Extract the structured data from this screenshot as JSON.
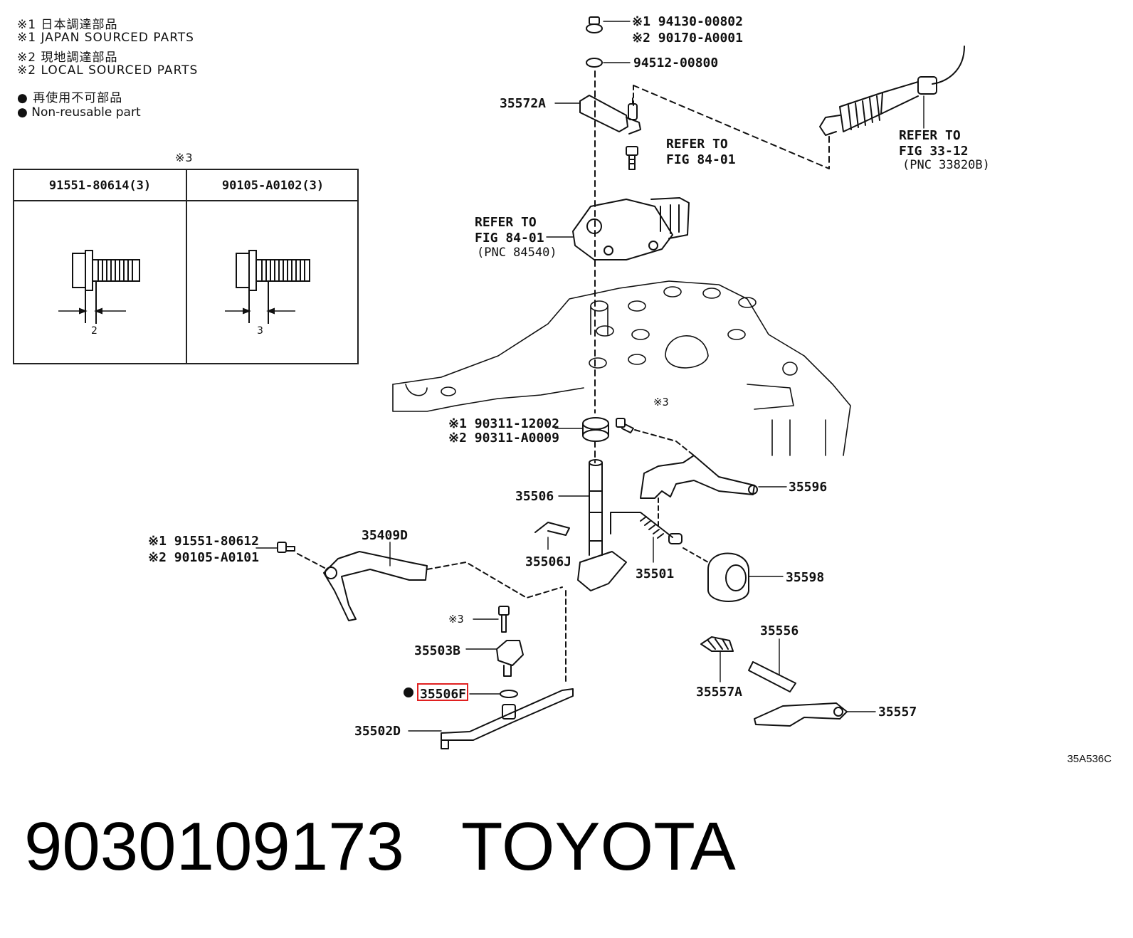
{
  "notes": {
    "line1": "※1 日本調達部品",
    "line2": "※1 JAPAN SOURCED PARTS",
    "line3": "※2 現地調達部品",
    "line4": "※2 LOCAL SOURCED PARTS",
    "line5": "● 再使用不可部品",
    "line6": "● Non-reusable part"
  },
  "bolt_table": {
    "marker": "※3",
    "col1_part": "91551-80614(3)",
    "col2_part": "90105-A0102(3)",
    "col1_dim": "2",
    "col2_dim": "3"
  },
  "callouts": {
    "top_bolt_1": "※1 94130-00802",
    "top_bolt_2": "※2 90170-A0001",
    "washer": "94512-00800",
    "p35572a": "35572A",
    "refer_84_01_a_l1": "REFER TO",
    "refer_84_01_a_l2": "FIG 84-01",
    "refer_33_12_l1": "REFER TO",
    "refer_33_12_l2": "FIG 33-12",
    "refer_33_12_l3": "(PNC 33820B)",
    "refer_84_01_b_l1": "REFER TO",
    "refer_84_01_b_l2": "FIG 84-01",
    "refer_84_01_b_l3": "(PNC 84540)",
    "mark3_right": "※3",
    "seal_1": "※1 90311-12002",
    "seal_2": "※2 90311-A0009",
    "p35506": "35506",
    "p35596": "35596",
    "p35409d": "35409D",
    "bolt_left_1": "※1 91551-80612",
    "bolt_left_2": "※2 90105-A0101",
    "p35506j": "35506J",
    "p35501": "35501",
    "p35598": "35598",
    "mark3_mid": "※3",
    "p35503b": "35503B",
    "p35506f": "35506F",
    "p35502d": "35502D",
    "p35556": "35556",
    "p35557a": "35557A",
    "p35557": "35557",
    "non_reusable_dot": "●"
  },
  "figure_code": "35A536C",
  "footer": {
    "part_number": "9030109173",
    "brand": "TOYOTA"
  },
  "colors": {
    "line": "#111111",
    "highlight_box": "#e02020"
  }
}
